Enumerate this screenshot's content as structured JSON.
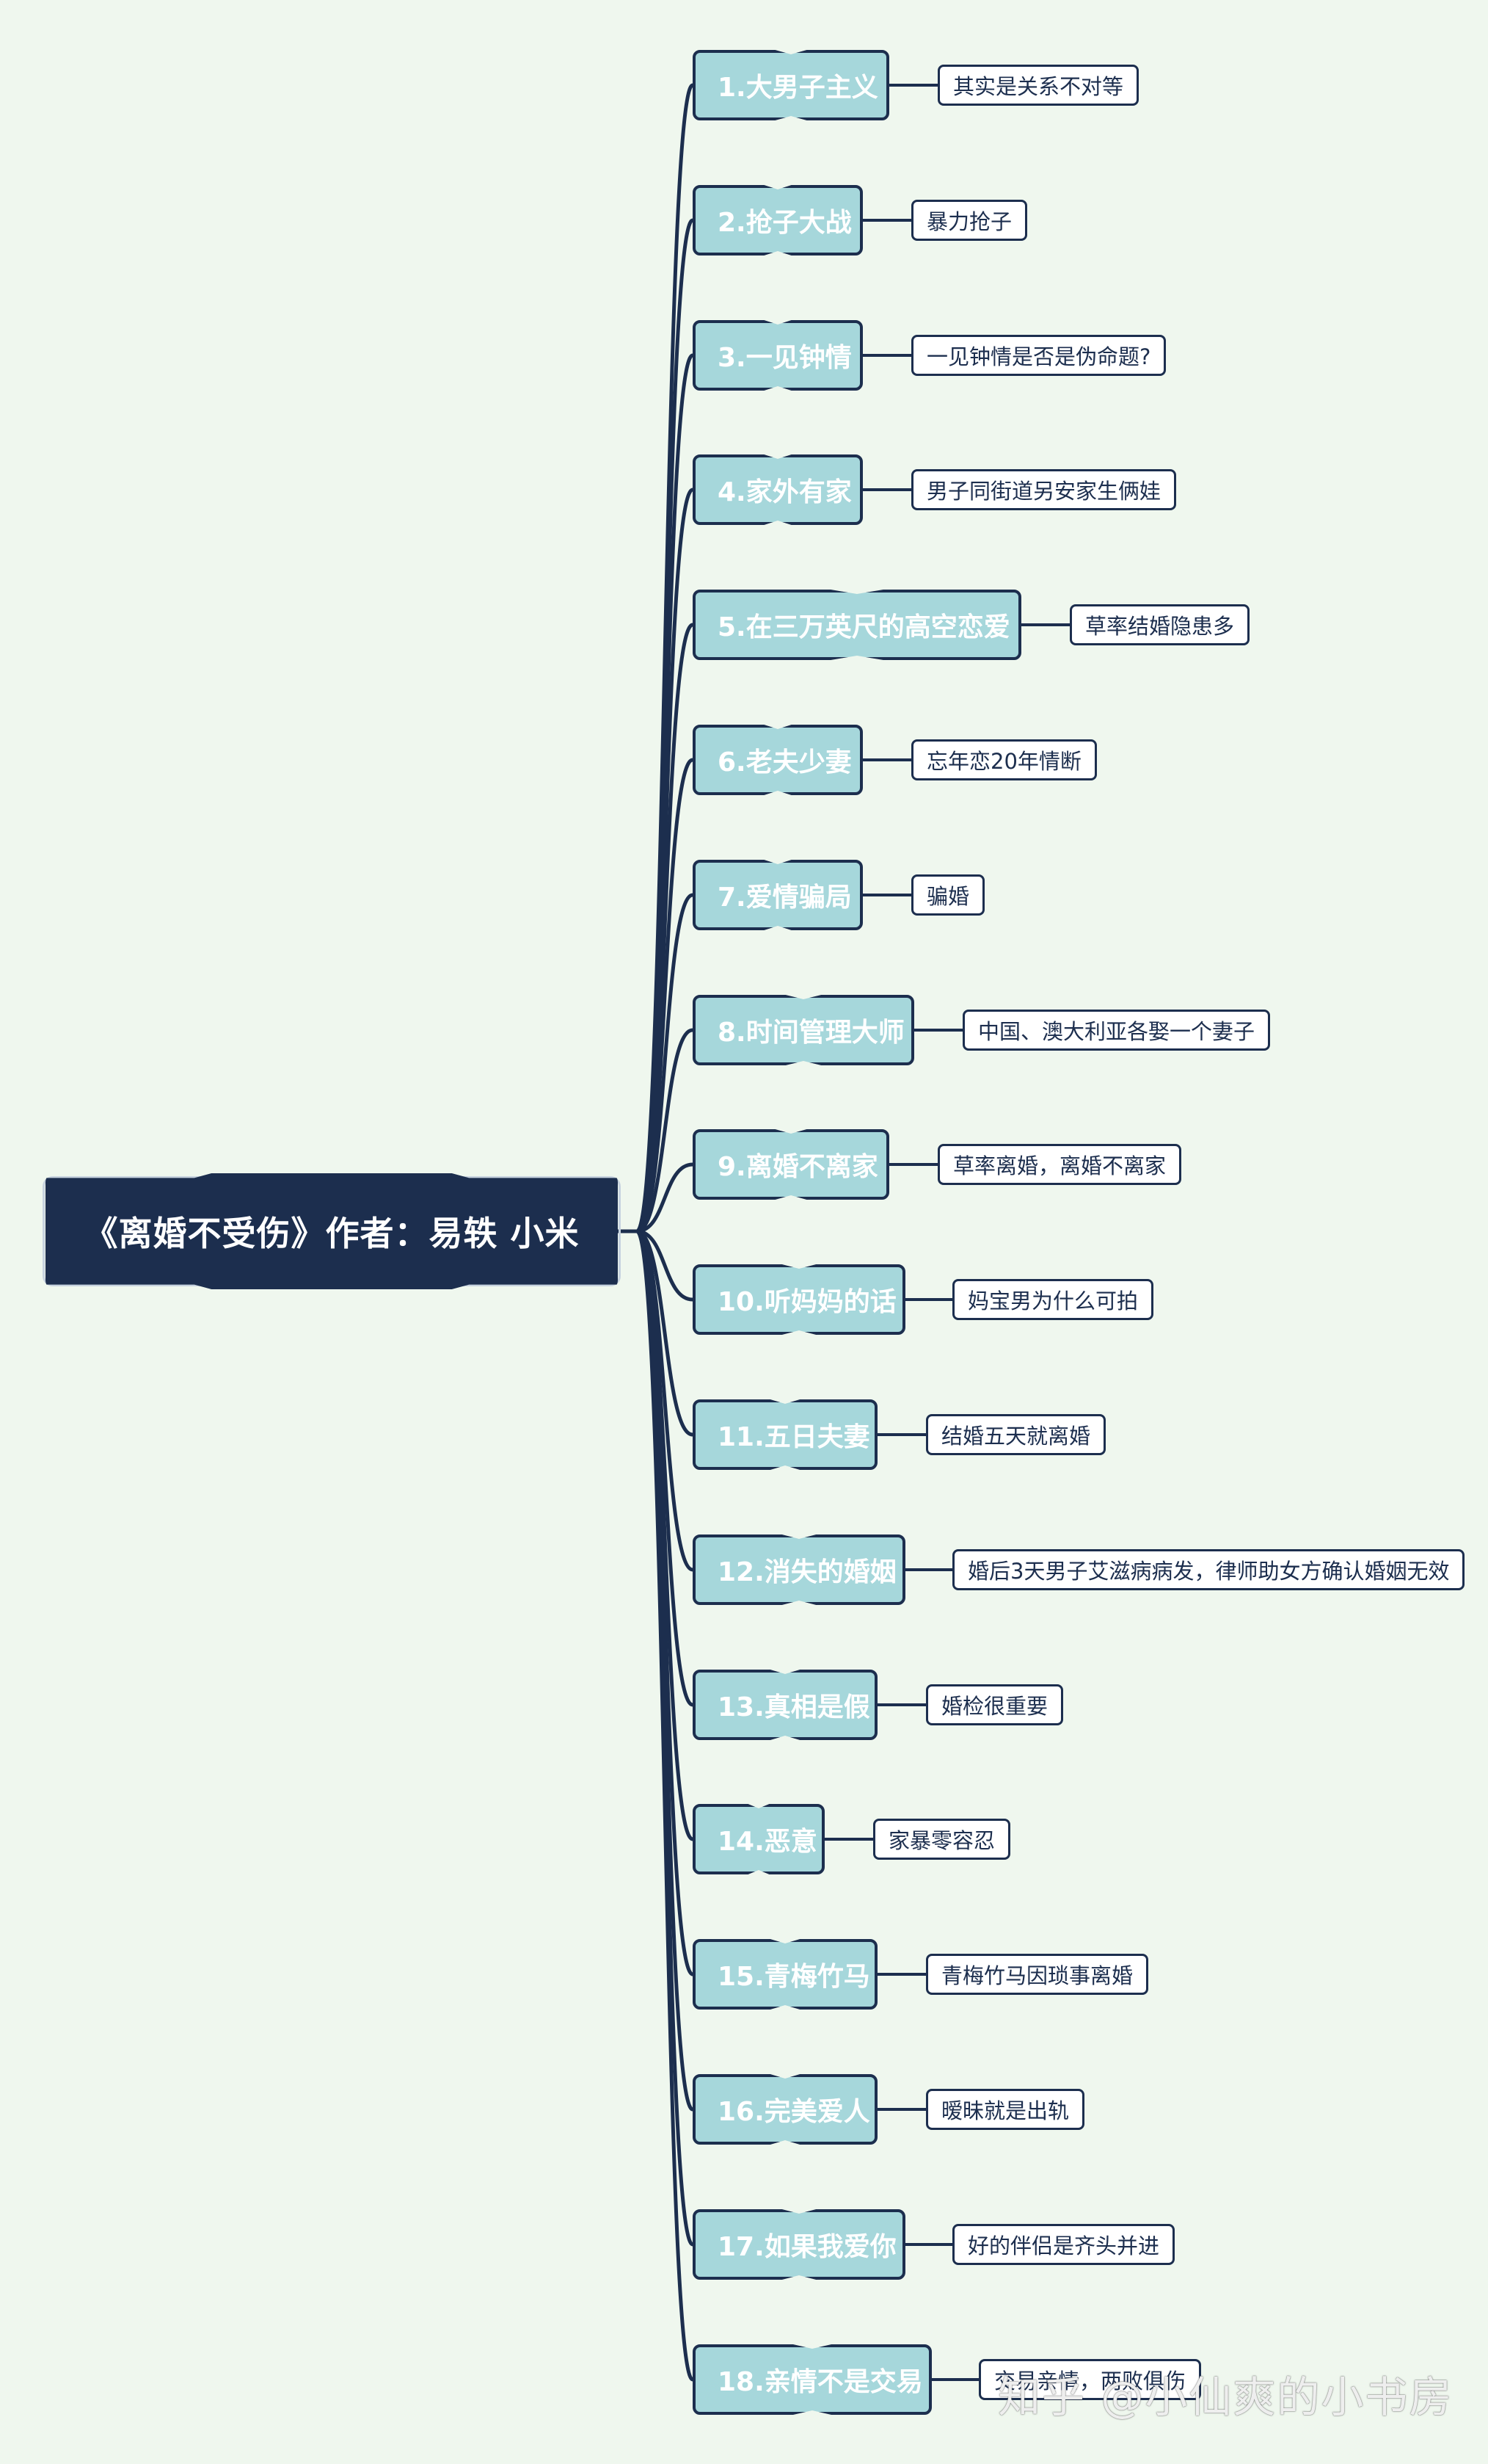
{
  "colors": {
    "background": "#eff7ee",
    "root_fill": "#1c2e4e",
    "branch_fill": "#a6d7db",
    "line": "#1c2e4e",
    "leaf_fill": "#ffffff"
  },
  "root": {
    "label": "《离婚不受伤》作者：易轶 小米"
  },
  "branches": [
    {
      "label": "1.大男子主义",
      "note": "其实是关系不对等"
    },
    {
      "label": "2.抢子大战",
      "note": "暴力抢子"
    },
    {
      "label": "3.一见钟情",
      "note": "一见钟情是否是伪命题?"
    },
    {
      "label": "4.家外有家",
      "note": "男子同街道另安家生俩娃"
    },
    {
      "label": "5.在三万英尺的高空恋爱",
      "note": "草率结婚隐患多"
    },
    {
      "label": "6.老夫少妻",
      "note": "忘年恋20年情断"
    },
    {
      "label": "7.爱情骗局",
      "note": "骗婚"
    },
    {
      "label": "8.时间管理大师",
      "note": "中国、澳大利亚各娶一个妻子"
    },
    {
      "label": "9.离婚不离家",
      "note": "草率离婚，离婚不离家"
    },
    {
      "label": "10.听妈妈的话",
      "note": "妈宝男为什么可拍"
    },
    {
      "label": "11.五日夫妻",
      "note": "结婚五天就离婚"
    },
    {
      "label": "12.消失的婚姻",
      "note": "婚后3天男子艾滋病病发，律师助女方确认婚姻无效"
    },
    {
      "label": "13.真相是假",
      "note": "婚检很重要"
    },
    {
      "label": "14.恶意",
      "note": "家暴零容忍"
    },
    {
      "label": "15.青梅竹马",
      "note": "青梅竹马因琐事离婚"
    },
    {
      "label": "16.完美爱人",
      "note": "暧昧就是出轨"
    },
    {
      "label": "17.如果我爱你",
      "note": "好的伴侣是齐头并进"
    },
    {
      "label": "18.亲情不是交易",
      "note": "交易亲情，两败俱伤"
    }
  ],
  "watermark": "知乎 @小仙爽的小书房"
}
